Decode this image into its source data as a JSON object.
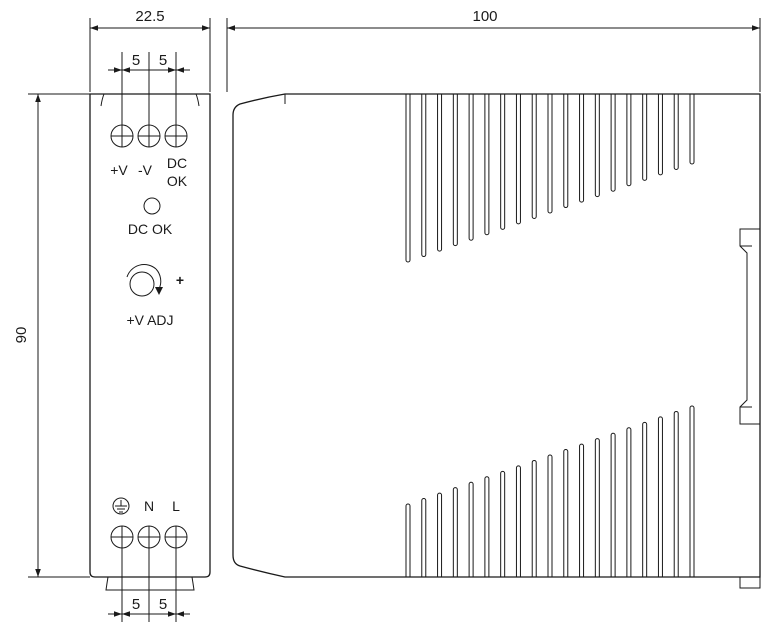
{
  "dimensions": {
    "front_width": "22.5",
    "side_depth": "100",
    "height": "90",
    "top_pitch_1": "5",
    "top_pitch_2": "5",
    "bottom_pitch_1": "5",
    "bottom_pitch_2": "5"
  },
  "front_panel": {
    "terminal_plus_v": "+V",
    "terminal_minus_v": "-V",
    "terminal_dc_ok_line1": "DC",
    "terminal_dc_ok_line2": "OK",
    "led_label": "DC OK",
    "adjust_sign": "+",
    "adjust_label": "+V ADJ",
    "terminal_n": "N",
    "terminal_l": "L"
  }
}
